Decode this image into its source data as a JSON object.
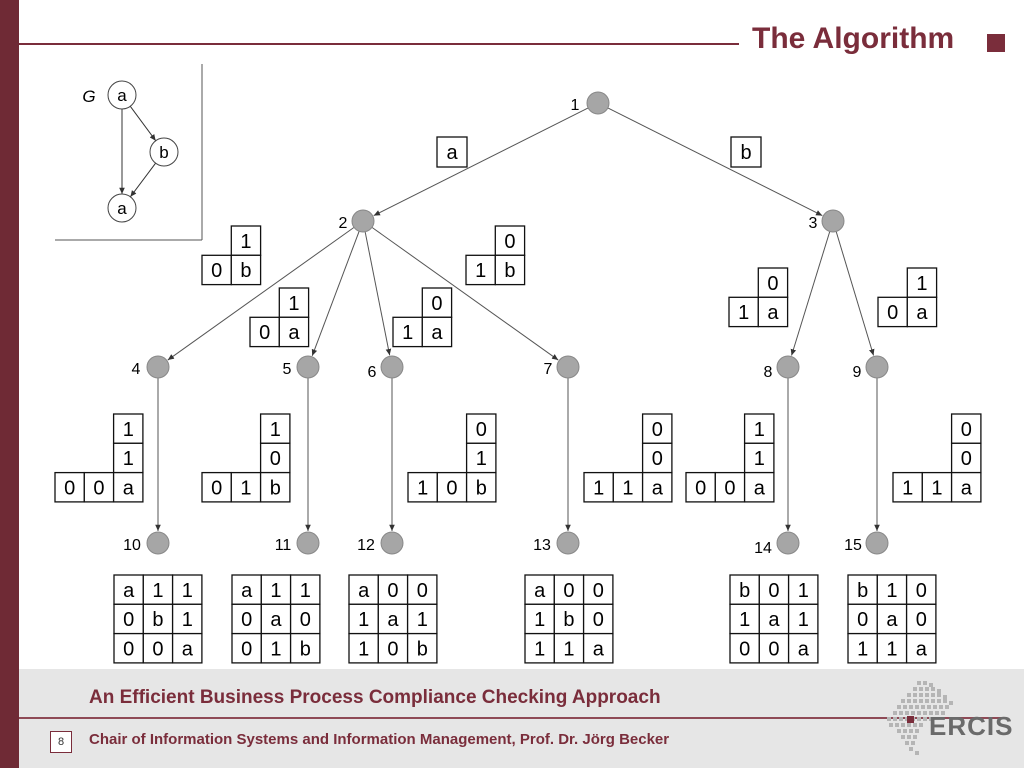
{
  "slide": {
    "title": "The Algorithm"
  },
  "graph_g": {
    "label": "G",
    "nodes": [
      {
        "id": "top",
        "label": "a"
      },
      {
        "id": "mid",
        "label": "b"
      },
      {
        "id": "bot",
        "label": "a"
      }
    ],
    "edges": [
      [
        "top",
        "mid"
      ],
      [
        "top",
        "bot"
      ],
      [
        "mid",
        "bot"
      ]
    ]
  },
  "tree": {
    "nodes": [
      {
        "id": "1",
        "label": "1"
      },
      {
        "id": "2",
        "label": "2"
      },
      {
        "id": "3",
        "label": "3"
      },
      {
        "id": "4",
        "label": "4"
      },
      {
        "id": "5",
        "label": "5"
      },
      {
        "id": "6",
        "label": "6"
      },
      {
        "id": "7",
        "label": "7"
      },
      {
        "id": "8",
        "label": "8"
      },
      {
        "id": "9",
        "label": "9"
      },
      {
        "id": "10",
        "label": "10"
      },
      {
        "id": "11",
        "label": "11"
      },
      {
        "id": "12",
        "label": "12"
      },
      {
        "id": "13",
        "label": "13"
      },
      {
        "id": "14",
        "label": "14"
      },
      {
        "id": "15",
        "label": "15"
      }
    ],
    "edges": [
      [
        "1",
        "2"
      ],
      [
        "1",
        "3"
      ],
      [
        "2",
        "4"
      ],
      [
        "2",
        "5"
      ],
      [
        "2",
        "6"
      ],
      [
        "2",
        "7"
      ],
      [
        "3",
        "8"
      ],
      [
        "3",
        "9"
      ],
      [
        "4",
        "10"
      ],
      [
        "5",
        "11"
      ],
      [
        "6",
        "12"
      ],
      [
        "7",
        "13"
      ],
      [
        "8",
        "14"
      ],
      [
        "9",
        "15"
      ]
    ],
    "edge_labels": [
      {
        "edge": "1-2",
        "grid": [
          [
            "a"
          ]
        ]
      },
      {
        "edge": "1-3",
        "grid": [
          [
            "b"
          ]
        ]
      }
    ],
    "partial_matrices": [
      {
        "id": "m-2-left",
        "grid": [
          [
            "",
            "1"
          ],
          [
            "0",
            "b"
          ]
        ]
      },
      {
        "id": "m-2-right",
        "grid": [
          [
            "",
            "0"
          ],
          [
            "1",
            "b"
          ]
        ]
      },
      {
        "id": "m-2-5",
        "grid": [
          [
            "",
            "1"
          ],
          [
            "0",
            "a"
          ]
        ]
      },
      {
        "id": "m-2-6",
        "grid": [
          [
            "",
            "0"
          ],
          [
            "1",
            "a"
          ]
        ]
      },
      {
        "id": "m-3-8",
        "grid": [
          [
            "",
            "0"
          ],
          [
            "1",
            "a"
          ]
        ]
      },
      {
        "id": "m-3-9",
        "grid": [
          [
            "",
            "1"
          ],
          [
            "0",
            "a"
          ]
        ]
      },
      {
        "id": "m-4-10",
        "grid": [
          [
            "",
            "",
            "1"
          ],
          [
            "",
            "",
            "1"
          ],
          [
            "0",
            "0",
            "a"
          ]
        ]
      },
      {
        "id": "m-5-11",
        "grid": [
          [
            "",
            "",
            "1"
          ],
          [
            "",
            "",
            "0"
          ],
          [
            "0",
            "1",
            "b"
          ]
        ]
      },
      {
        "id": "m-6-12",
        "grid": [
          [
            "",
            "",
            "0"
          ],
          [
            "",
            "",
            "1"
          ],
          [
            "1",
            "0",
            "b"
          ]
        ]
      },
      {
        "id": "m-7-13",
        "grid": [
          [
            "",
            "",
            "0"
          ],
          [
            "",
            "",
            "0"
          ],
          [
            "1",
            "1",
            "a"
          ]
        ]
      },
      {
        "id": "m-8-14",
        "grid": [
          [
            "",
            "",
            "1"
          ],
          [
            "",
            "",
            "1"
          ],
          [
            "0",
            "0",
            "a"
          ]
        ]
      },
      {
        "id": "m-9-15",
        "grid": [
          [
            "",
            "",
            "0"
          ],
          [
            "",
            "",
            "0"
          ],
          [
            "1",
            "1",
            "a"
          ]
        ]
      }
    ],
    "leaf_matrices": [
      {
        "id": "leaf-10",
        "grid": [
          [
            "a",
            "1",
            "1"
          ],
          [
            "0",
            "b",
            "1"
          ],
          [
            "0",
            "0",
            "a"
          ]
        ]
      },
      {
        "id": "leaf-11",
        "grid": [
          [
            "a",
            "1",
            "1"
          ],
          [
            "0",
            "a",
            "0"
          ],
          [
            "0",
            "1",
            "b"
          ]
        ]
      },
      {
        "id": "leaf-12",
        "grid": [
          [
            "a",
            "0",
            "0"
          ],
          [
            "1",
            "a",
            "1"
          ],
          [
            "1",
            "0",
            "b"
          ]
        ]
      },
      {
        "id": "leaf-13",
        "grid": [
          [
            "a",
            "0",
            "0"
          ],
          [
            "1",
            "b",
            "0"
          ],
          [
            "1",
            "1",
            "a"
          ]
        ]
      },
      {
        "id": "leaf-14",
        "grid": [
          [
            "b",
            "0",
            "1"
          ],
          [
            "1",
            "a",
            "1"
          ],
          [
            "0",
            "0",
            "a"
          ]
        ]
      },
      {
        "id": "leaf-15",
        "grid": [
          [
            "b",
            "1",
            "0"
          ],
          [
            "0",
            "a",
            "0"
          ],
          [
            "1",
            "1",
            "a"
          ]
        ]
      }
    ]
  },
  "footer": {
    "title": "An Efficient Business Process Compliance Checking Approach",
    "subtitle": "Chair of Information Systems and Information Management, Prof. Dr. Jörg Becker",
    "page_number": "8",
    "logo_text": "ERCIS"
  },
  "colors": {
    "accent": "#7a2d3b",
    "node_fill": "#a6a6a6",
    "footer_bg": "#e6e6e6"
  }
}
